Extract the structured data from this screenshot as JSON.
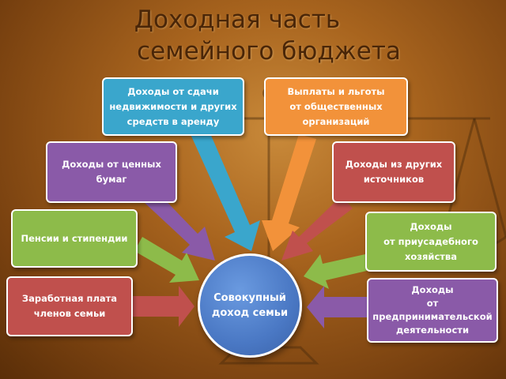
{
  "slide": {
    "title_line1": "Доходная часть",
    "title_line2": "семейного бюджета"
  },
  "center": {
    "label": "Совокупный\nдоход семьи",
    "color": "#4a78c4"
  },
  "sources": [
    {
      "label": "Доходы от сдачи\nнедвижимости и других\nсредств в аренду",
      "color": "#3aa6cc"
    },
    {
      "label": "Выплаты и льготы\nот общественных\nорганизаций",
      "color": "#f2923a"
    },
    {
      "label": "Доходы от ценных бумаг",
      "color": "#8a5aa8"
    },
    {
      "label": "Доходы из других\nисточников",
      "color": "#c0504d"
    },
    {
      "label": "Пенсии и стипендии",
      "color": "#8dbb4a"
    },
    {
      "label": "Доходы\nот приусадебного\nхозяйства",
      "color": "#8dbb4a"
    },
    {
      "label": "Заработная плата\nчленов семьи",
      "color": "#c0504d"
    },
    {
      "label": "Доходы\nот\nпредпринимательской\nдеятельности",
      "color": "#8a5aa8"
    }
  ]
}
